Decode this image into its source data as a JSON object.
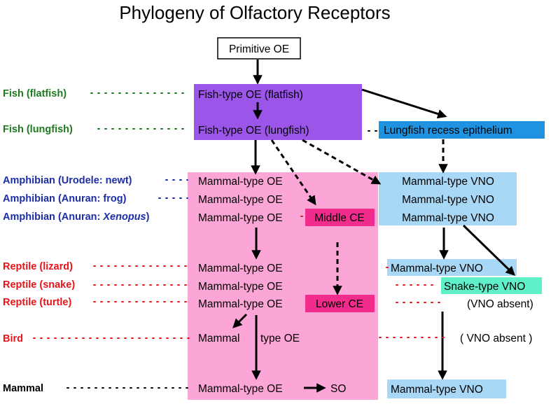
{
  "title": "Phylogeny of Olfactory Receptors",
  "colors": {
    "purple": "#9b55e8",
    "pink": "#fba6d6",
    "light_blue": "#a9d7f6",
    "blue": "#1f93e2",
    "magenta": "#f22c8c",
    "teal": "#60f0c8",
    "green_label": "#1f7a1f",
    "blue_label": "#1c2ea6",
    "red_label": "#e8131b"
  },
  "top_node": "Primitive OE",
  "labels": {
    "fish_flatfish": "Fish (flatfish)",
    "fish_lungfish": "Fish (lungfish)",
    "amph_newt": "Amphibian (Urodele: newt)",
    "amph_frog": "Amphibian (Anuran: frog)",
    "amph_xenopus_prefix": "Amphibian (Anuran: ",
    "amph_xenopus_italic": "Xenopus",
    "amph_xenopus_suffix": ")",
    "reptile_lizard": "Reptile (lizard)",
    "reptile_snake": "Reptile (snake)",
    "reptile_turtle": "Reptile (turtle)",
    "bird": "Bird",
    "mammal": "Mammal"
  },
  "nodes": {
    "fish_oe_flatfish": "Fish-type OE (flatfish)",
    "fish_oe_lungfish": "Fish-type OE (lungfish)",
    "lungfish_recess": "Lungfish recess epithelium",
    "mammal_oe": "Mammal-type OE",
    "mammal_vno": "Mammal-type VNO",
    "middle_ce": "Middle  CE",
    "lower_ce": "Lower CE",
    "snake_vno": "Snake-type VNO",
    "vno_absent_turtle": "(VNO absent)",
    "vno_absent_bird": "( VNO absent )",
    "bird_oe_left": "Mammal",
    "bird_oe_right": "type OE",
    "so": "SO"
  }
}
